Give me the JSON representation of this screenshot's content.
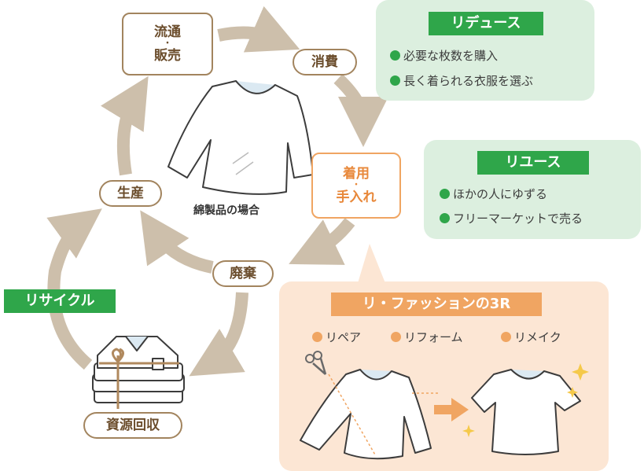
{
  "cycle": {
    "distribution": [
      "流通",
      "・",
      "販売"
    ],
    "consumption": "消費",
    "wearing": [
      "着用",
      "・",
      "手入れ"
    ],
    "disposal": "廃棄",
    "production": "生産",
    "collection": "資源回収",
    "center_caption": "綿製品の場合"
  },
  "recycle_label": "リサイクル",
  "reduce": {
    "title": "リデュース",
    "items": [
      "必要な枚数を購入",
      "長く着られる衣服を選ぶ"
    ]
  },
  "reuse": {
    "title": "リユース",
    "items": [
      "ほかの人にゆずる",
      "フリーマーケットで売る"
    ]
  },
  "refashion": {
    "title": "リ・ファッションの3R",
    "items": [
      "リペア",
      "リフォーム",
      "リメイク"
    ]
  },
  "colors": {
    "arrow": "#cdbfab",
    "node_border": "#a2845e",
    "green": "#2fa64a",
    "orange": "#f0a562",
    "green_panel": "#dcefdf",
    "orange_panel": "#fce6d4"
  }
}
